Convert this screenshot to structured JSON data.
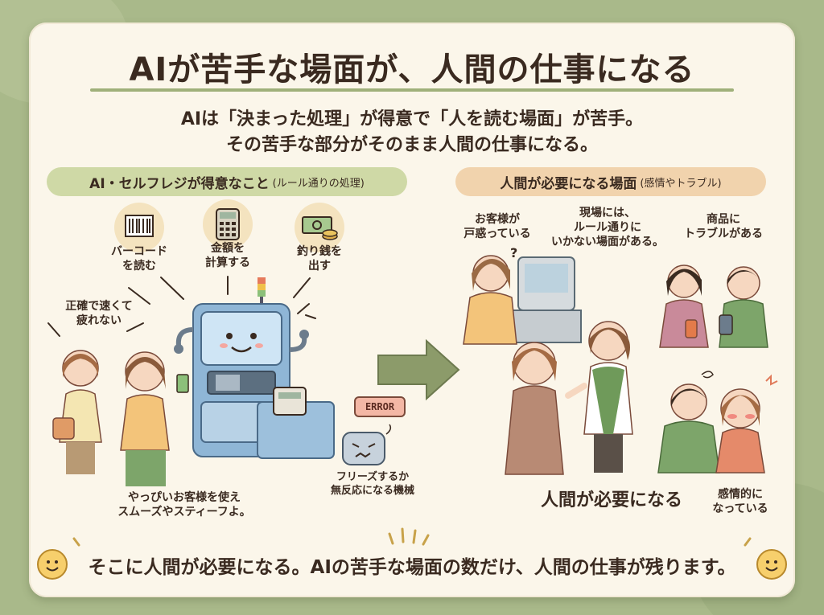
{
  "title": "AIが苦手な場面が、人間の仕事になる",
  "lead": {
    "line1": "AIは「決まった処理」が得意で「人を読む場面」が苦手。",
    "line2": "その苦手な部分がそのまま人間の仕事になる。"
  },
  "left": {
    "heading": "AI・セルフレジが得意なこと",
    "heading_note": "(ルール通りの処理)",
    "features": [
      {
        "label1": "バーコード",
        "label2": "を読む",
        "icon": "barcode-icon"
      },
      {
        "label1": "金額を",
        "label2": "計算する",
        "icon": "calculator-icon"
      },
      {
        "label1": "釣り銭を",
        "label2": "出す",
        "icon": "money-icon"
      }
    ],
    "fast_note1": "正確で速くて",
    "fast_note2": "疲れない",
    "customer_note1": "やっぴいお客様を使え",
    "customer_note2": "スムーズやスティーフよ。",
    "error_text": "ERROR",
    "freeze_note1": "フリーズするか",
    "freeze_note2": "無反応になる機械"
  },
  "right": {
    "heading": "人間が必要になる場面",
    "heading_note": "(感情やトラブル)",
    "scene1_1": "お客様が",
    "scene1_2": "戸惑っている",
    "scene2_1": "現場には、",
    "scene2_2": "ルール通りに",
    "scene2_3": "いかない場面がある。",
    "scene3_1": "商品に",
    "scene3_2": "トラブルがある",
    "human_needed": "人間が必要になる",
    "emotion_1": "感情的に",
    "emotion_2": "なっている"
  },
  "footer": "そこに人間が必要になる。AIの苦手な場面の数だけ、人間の仕事が残ります。",
  "colors": {
    "green_pill": "#cfd9a6",
    "orange_pill": "#f1d3ad",
    "kiosk_blue": "#8fb6d6",
    "arrow_green": "#8c9b6a"
  }
}
